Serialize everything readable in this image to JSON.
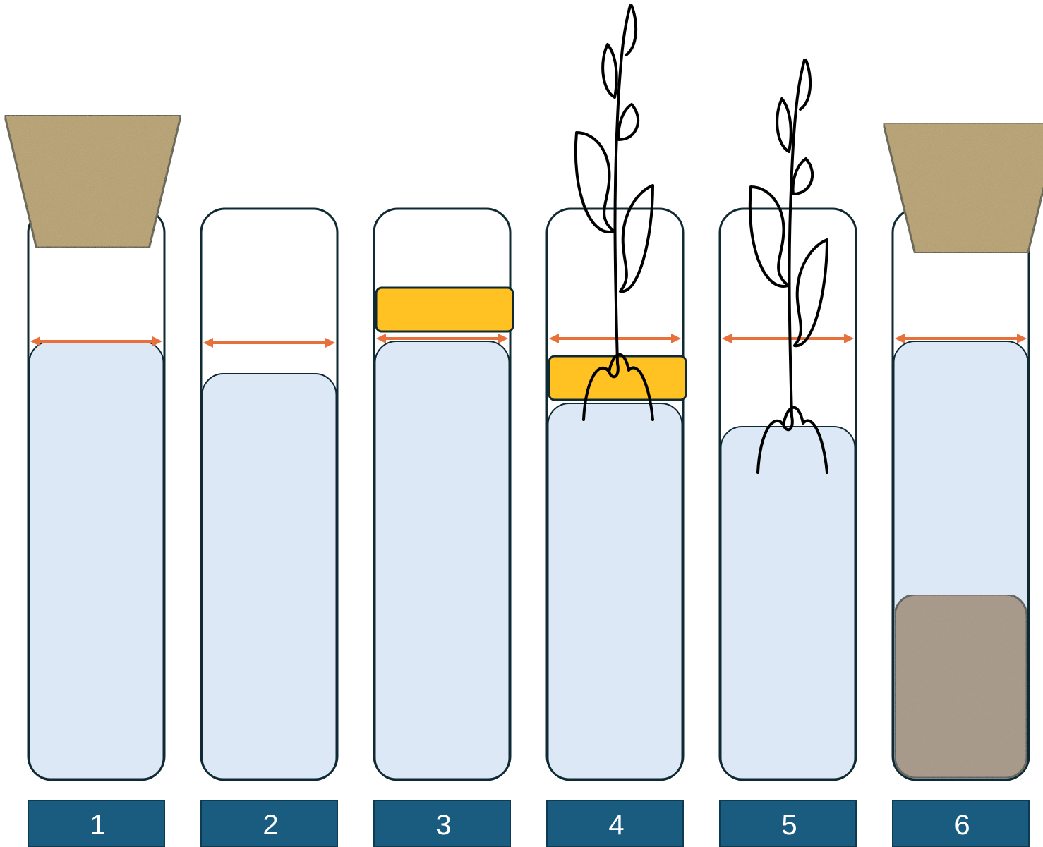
{
  "colors": {
    "tube_outline": "#0f2a33",
    "water": "#dce8f6",
    "oil_layer": "#ffc222",
    "level_arrow": "#e8703a",
    "cork": "#b09a6a",
    "sand": "#a39382",
    "label_box": "#1a5c80",
    "label_text": "#ffffff"
  },
  "tubes": [
    {
      "label": "1",
      "cork": true,
      "oil_layer": false,
      "plant": false,
      "sand": false
    },
    {
      "label": "2",
      "cork": false,
      "oil_layer": false,
      "plant": false,
      "sand": false
    },
    {
      "label": "3",
      "cork": false,
      "oil_layer": true,
      "plant": false,
      "sand": false
    },
    {
      "label": "4",
      "cork": false,
      "oil_layer": true,
      "plant": true,
      "sand": false
    },
    {
      "label": "5",
      "cork": false,
      "oil_layer": false,
      "plant": true,
      "sand": false
    },
    {
      "label": "6",
      "cork": true,
      "oil_layer": false,
      "plant": false,
      "sand": true
    }
  ]
}
